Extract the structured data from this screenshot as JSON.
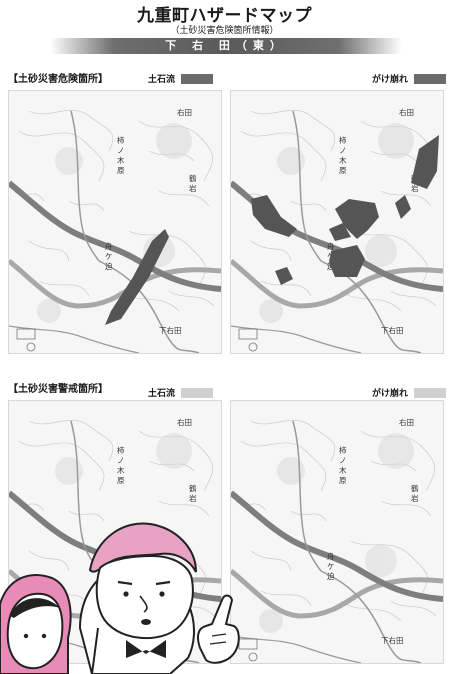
{
  "header": {
    "title": "九重町ハザードマップ",
    "subtitle": "（土砂災害危険箇所情報）",
    "district": "下 右 田（東）"
  },
  "sections": {
    "danger": {
      "label": "【土砂災害危険箇所】",
      "legend_debris": "土石流",
      "legend_landslide": "がけ崩れ",
      "color": "#6b6b6b"
    },
    "warning": {
      "label": "【土砂災害警戒箇所】",
      "legend_debris": "土石流",
      "legend_landslide": "がけ崩れ",
      "color": "#bdbdbd"
    }
  },
  "places": {
    "migita": "右田",
    "kinomoto": [
      "柿",
      "ノ",
      "木",
      "原"
    ],
    "tsuru": [
      "鶴",
      "岩"
    ],
    "funagasako": [
      "舟",
      "ケ",
      "迫"
    ],
    "shimomigita": "下右田"
  },
  "colors": {
    "road": "#8a8a8a",
    "river": "#a8a8a8",
    "contour": "#bcbcbc",
    "hazard_dark": "#555555"
  },
  "icons": {
    "pointing_hand": "pointing-hand-icon"
  }
}
